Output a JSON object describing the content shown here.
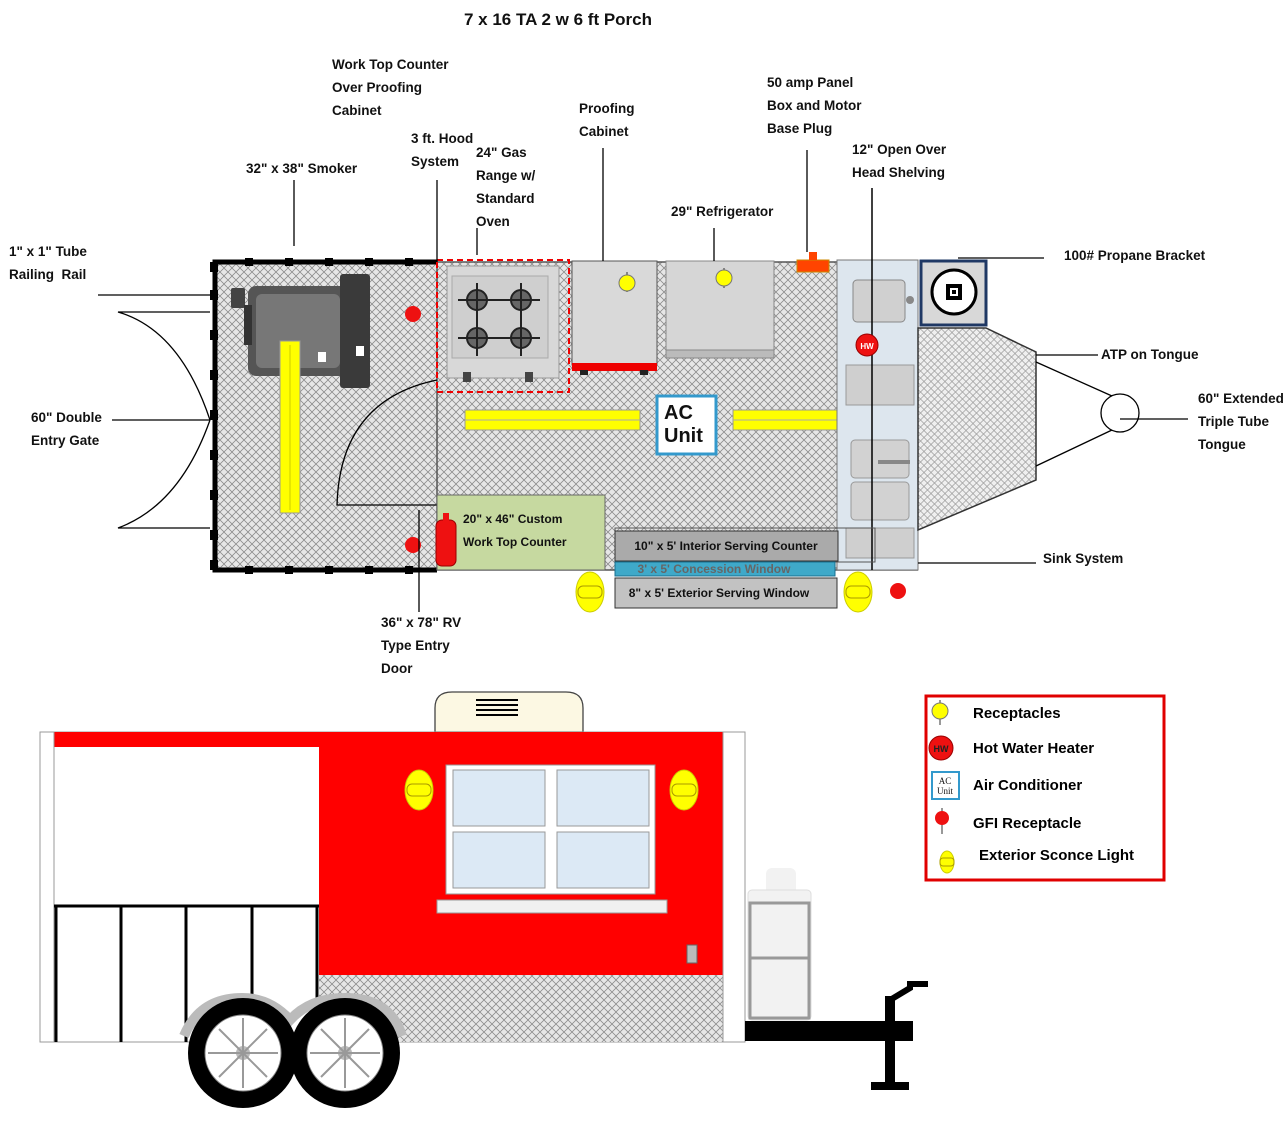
{
  "title": "7 x 16 TA 2 w 6 ft Porch",
  "labels": {
    "work_top_over_proofing": "Work Top Counter\nOver Proofing\nCabinet",
    "proofing_cabinet": "Proofing\nCabinet",
    "panel_box": "50 amp Panel\nBox and Motor\nBase Plug",
    "smoker": "32\" x 38\" Smoker",
    "hood": "3 ft. Hood\nSystem",
    "gas_range": "24\" Gas\nRange w/\nStandard\nOven",
    "open_shelving": "12\" Open Over\nHead Shelving",
    "refrigerator": "29\" Refrigerator",
    "railing": "1\" x 1\" Tube\nRailing  Rail",
    "propane_bracket": "100# Propane Bracket",
    "atp_tongue": "ATP on Tongue",
    "entry_gate": "60\" Double\nEntry Gate",
    "extended_tongue": "60\" Extended\nTriple Tube\nTongue",
    "custom_counter_line1": "20\" x 46\" Custom",
    "custom_counter_line2": "Work Top Counter",
    "interior_serving_counter": "10\" x 5' Interior Serving Counter",
    "concession_window": "3' x 5' Concession Window",
    "exterior_serving_window": "8\" x 5' Exterior Serving Window",
    "sink_system": "Sink System",
    "rv_door": "36\" x 78\" RV\nType Entry\nDoor",
    "ac_unit_line1": "AC",
    "ac_unit_line2": "Unit",
    "hw_badge": "HW"
  },
  "legend": {
    "items": [
      {
        "label": "Receptacles",
        "icon": "receptacle-icon"
      },
      {
        "label": "Hot Water Heater",
        "icon": "hot-water-heater-icon"
      },
      {
        "label": "Air Conditioner",
        "icon": "air-conditioner-icon"
      },
      {
        "label": "GFI Receptacle",
        "icon": "gfi-receptacle-icon"
      },
      {
        "label": "Exterior Sconce Light",
        "icon": "sconce-light-icon"
      }
    ],
    "ac_icon_line1": "AC",
    "ac_icon_line2": "Unit",
    "hw_icon_text": "HW"
  },
  "colors": {
    "trailer_red": "#ff0000",
    "fixture_yellow": "#ffff00",
    "ac_blue": "#3399cc",
    "counter_green": "#c6d9a0",
    "legend_border": "#e00000",
    "propane_navy": "#1f3864"
  }
}
